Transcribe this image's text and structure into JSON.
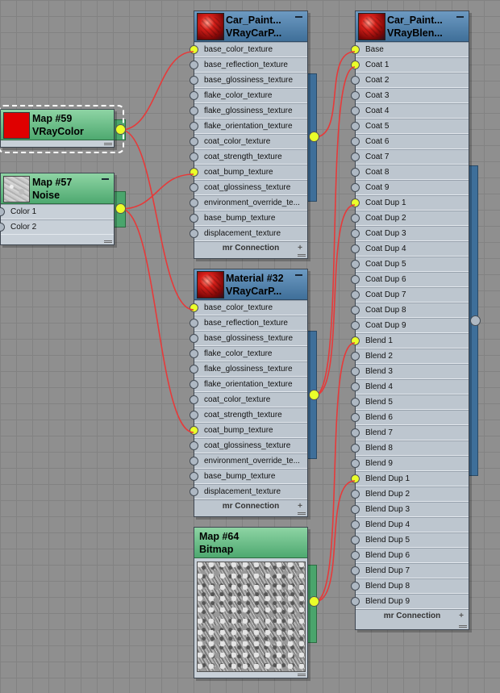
{
  "nodes": {
    "map59": {
      "line1": "Map #59",
      "line2": "VRayColor",
      "swatch_color": "#e00000"
    },
    "map57": {
      "line1": "Map #57",
      "line2": "Noise",
      "slots": [
        "Color 1",
        "Color 2"
      ]
    },
    "car_paint_1": {
      "line1": "Car_Paint...",
      "line2": "VRayCarP...",
      "slots": [
        "base_color_texture",
        "base_reflection_texture",
        "base_glossiness_texture",
        "flake_color_texture",
        "flake_glossiness_texture",
        "flake_orientation_texture",
        "coat_color_texture",
        "coat_strength_texture",
        "coat_bump_texture",
        "coat_glossiness_texture",
        "environment_override_te...",
        "base_bump_texture",
        "displacement_texture"
      ],
      "connected": [
        0,
        8
      ],
      "footer": "mr Connection",
      "footer_plus": "+"
    },
    "material_32": {
      "line1": "Material #32",
      "line2": "VRayCarP...",
      "slots": [
        "base_color_texture",
        "base_reflection_texture",
        "base_glossiness_texture",
        "flake_color_texture",
        "flake_glossiness_texture",
        "flake_orientation_texture",
        "coat_color_texture",
        "coat_strength_texture",
        "coat_bump_texture",
        "coat_glossiness_texture",
        "environment_override_te...",
        "base_bump_texture",
        "displacement_texture"
      ],
      "connected": [
        0,
        8
      ],
      "footer": "mr Connection",
      "footer_plus": "+"
    },
    "map64": {
      "line1": "Map #64",
      "line2": "Bitmap"
    },
    "blend": {
      "line1": "Car_Paint...",
      "line2": "VRayBlen...",
      "slots": [
        "Base",
        "Coat 1",
        "Coat 2",
        "Coat 3",
        "Coat 4",
        "Coat 5",
        "Coat 6",
        "Coat 7",
        "Coat 8",
        "Coat 9",
        "Coat Dup 1",
        "Coat Dup 2",
        "Coat Dup 3",
        "Coat Dup 4",
        "Coat Dup 5",
        "Coat Dup 6",
        "Coat Dup 7",
        "Coat Dup 8",
        "Coat Dup 9",
        "Blend 1",
        "Blend 2",
        "Blend 3",
        "Blend 4",
        "Blend 5",
        "Blend 6",
        "Blend 7",
        "Blend 8",
        "Blend 9",
        "Blend Dup 1",
        "Blend Dup 2",
        "Blend Dup 3",
        "Blend Dup 4",
        "Blend Dup 5",
        "Blend Dup 6",
        "Blend Dup 7",
        "Blend Dup 8",
        "Blend Dup 9"
      ],
      "connected": [
        0,
        1,
        10,
        19,
        28
      ],
      "footer": "mr Connection",
      "footer_plus": "+"
    }
  },
  "colors": {
    "canvas": "#8f8f8f",
    "wire": "#e63a3a",
    "socket_connected": "#eaff2a",
    "material_header": "#4f7ea8",
    "map_header": "#6cc08a"
  }
}
